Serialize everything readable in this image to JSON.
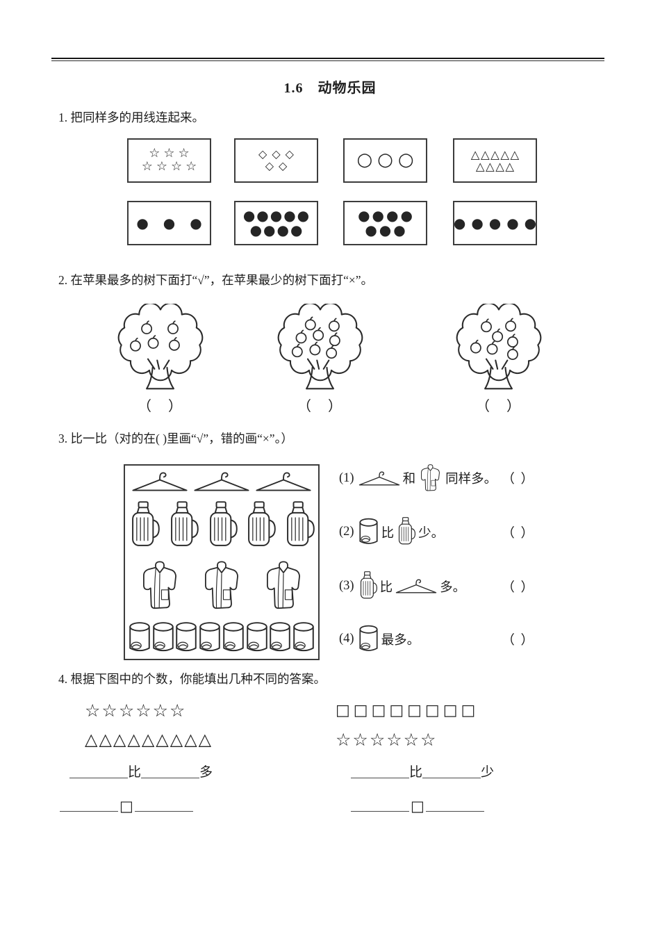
{
  "page": {
    "title": "1.6　动物乐园"
  },
  "q1": {
    "text": "1. 把同样多的用线连起来。",
    "top_boxes": [
      {
        "name": "stars",
        "glyph": "☆",
        "rows": [
          3,
          4
        ]
      },
      {
        "name": "diamonds",
        "glyph": "◇",
        "rows": [
          3,
          2
        ]
      },
      {
        "name": "circles",
        "glyph": "○",
        "rows": [
          3
        ]
      },
      {
        "name": "triangles",
        "glyph": "△",
        "rows": [
          5,
          4
        ]
      }
    ],
    "bottom_boxes": [
      {
        "name": "dots3",
        "glyph": "●",
        "rows": [
          3
        ]
      },
      {
        "name": "dots9",
        "glyph": "●",
        "rows": [
          5,
          4
        ]
      },
      {
        "name": "dots7",
        "glyph": "●",
        "rows": [
          4,
          3
        ]
      },
      {
        "name": "dots5",
        "glyph": "●",
        "rows": [
          5
        ]
      }
    ]
  },
  "q2": {
    "text": "2. 在苹果最多的树下面打“√”，在苹果最少的树下面打“×”。",
    "trees": [
      {
        "apples": 5
      },
      {
        "apples": 8
      },
      {
        "apples": 7
      }
    ],
    "answer_paren": "（　）"
  },
  "q3": {
    "text": "3. 比一比（对的在( )里画“√”，错的画“×”。）",
    "box_rows": [
      {
        "icon": "hanger",
        "count": 3
      },
      {
        "icon": "thermos",
        "count": 5
      },
      {
        "icon": "coat",
        "count": 3
      },
      {
        "icon": "cup",
        "count": 8
      }
    ],
    "statements": [
      {
        "num": "(1)",
        "parts": [
          {
            "icon": "hanger"
          },
          {
            "text": "和"
          },
          {
            "icon": "coat"
          },
          {
            "text": "同样多。"
          }
        ],
        "paren": "（ ）"
      },
      {
        "num": "(2)",
        "parts": [
          {
            "icon": "cup"
          },
          {
            "text": "比"
          },
          {
            "icon": "thermos"
          },
          {
            "text": "少。"
          }
        ],
        "paren": "（ ）"
      },
      {
        "num": "(3)",
        "parts": [
          {
            "icon": "thermos"
          },
          {
            "text": "比"
          },
          {
            "icon": "hanger"
          },
          {
            "text": "多。"
          }
        ],
        "paren": "（ ）"
      },
      {
        "num": "(4)",
        "parts": [
          {
            "icon": "cup"
          },
          {
            "text": "最多。"
          }
        ],
        "paren": "（ ）"
      }
    ]
  },
  "q4": {
    "text": "4. 根据下图中的个数，你能填出几种不同的答案。",
    "left_shapes": [
      {
        "glyph": "☆",
        "count": 6
      },
      {
        "glyph": "△",
        "count": 9
      }
    ],
    "right_shapes": [
      {
        "glyph": "□",
        "count": 8
      },
      {
        "glyph": "☆",
        "count": 6
      }
    ],
    "left_compare": {
      "mid": "比",
      "end": "多"
    },
    "right_compare": {
      "mid": "比",
      "end": "少"
    },
    "box_symbol": "□"
  }
}
